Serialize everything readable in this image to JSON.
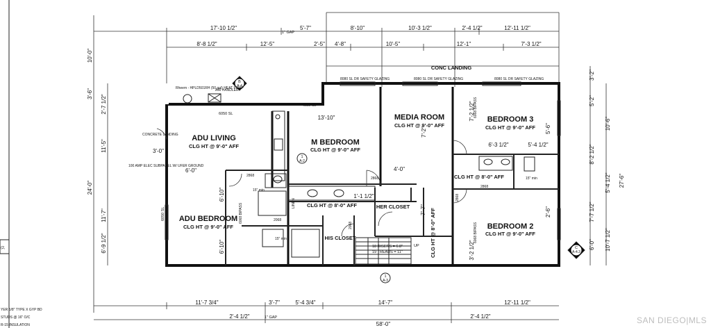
{
  "rooms": {
    "adu_living": "ADU LIVING",
    "adu_living_clg": "CLG HT @ 9'-0\" AFF",
    "adu_bedroom": "ADU BEDROOM",
    "adu_bedroom_clg": "CLG HT @ 9'-0\" AFF",
    "m_bedroom": "M BEDROOM",
    "m_bedroom_clg": "CLG HT @ 9'-0\" AFF",
    "media_room": "MEDIA ROOM",
    "media_room_clg": "CLG HT @ 9'-0\" AFF",
    "bedroom3": "BEDROOM 3",
    "bedroom3_clg": "CLG HT @ 9'-0\" AFF",
    "bedroom2": "BEDROOM 2",
    "bedroom2_clg": "CLG HT @ 9'-0\" AFF",
    "her_closet": "HER\nCLOSET",
    "his_closet": "HIS\nCLOSET",
    "bath_clg": "CLG HT @ 8'-0\" AFF",
    "bath3_clg": "CLG HT @ 8'-0\" AFF",
    "hall_clg": "CLG HT @ 8'-0\" AFF"
  },
  "labels": {
    "conc_landing": "CONC LANDING",
    "gap_top": "1\" GAP",
    "gap_bottom": "1\" GAP",
    "risers": "18 RISERS = 6.8\"",
    "treads": "19 TREADS = 11\"",
    "up": "UP",
    "heat_pump": "Rheem - HPLD501RH (50 gal) HEAT PUMP",
    "air_handler": "AIR HANDLER",
    "subpanel": "100 AMP ELEC SUBPANEL W/ UFER GROUND",
    "linen": "LINEN",
    "bypass1": "6068 BIPASS",
    "bypass2": "6068 BIPASS",
    "bypass3": "6068 BIPASS",
    "slider_top1": "8080 SL DR SAFETY GLAZING",
    "slider_top2": "8080 SL DR SAFETY GLAZING",
    "slider_top3": "8080 SL DR SAFETY GLAZING",
    "win_6050_a": "6050 SL",
    "win_4050": "4050 SL",
    "win_6050_b": "6050 SL",
    "concrete_landing": "CONCRETE LANDING",
    "min15_a": "15\" min",
    "min15_b": "15\" min",
    "min15_c": "15\" min",
    "d2868_a": "2868",
    "d2868_b": "2868",
    "d2868_c": "2868",
    "d2868_d": "2868",
    "d2068_a": "2068",
    "d2068_b": "2068",
    "marker_b": "B",
    "marker_b_sub": "A-4",
    "marker_c": "C",
    "marker_c_sub": "A-4.3",
    "marker_1": "1",
    "marker_1_sub": "A-2",
    "marker_2": "1",
    "marker_2_sub": "A-3",
    "left_note1": "YER 5/8\" TYPE X GYP BD",
    "left_note2": "STUDS @ 16\" O/C",
    "left_note3": "R-15 INSULATION",
    "left_mark": "(2,"
  },
  "dims_top": {
    "d1": "17'-10 1/2\"",
    "d2": "5'-7\"",
    "d3": "8'-10\"",
    "d4": "10'-3 1/2\"",
    "d5": "2'-4 1/2\"",
    "d6": "12'-11 1/2\"",
    "e1": "8'-8 1/2\"",
    "e2": "12'-5\"",
    "e3": "2'-5\"",
    "e4": "4'-8\"",
    "e5": "10'-5\"",
    "e6": "12'-1\"",
    "e7": "7'-3 1/2\""
  },
  "dims_bottom": {
    "b1": "11'-7 3/4\"",
    "b2": "3'-7\"",
    "b3": "5'-4 3/4\"",
    "b4": "14'-7\"",
    "b5": "12'-11 1/2\"",
    "b6": "2'-4 1/2\"",
    "b7": "2'-4 1/2\"",
    "total": "58'-0\""
  },
  "dims_left": {
    "l1": "10'-0\"",
    "l2": "3'-6\"",
    "l3": "2'-7 1/2\"",
    "l4": "11'-5\"",
    "l5": "24'-0\"",
    "l6": "11'-7\"",
    "l7": "6'-9 1/2\"",
    "l8": "6050 SL"
  },
  "dims_right": {
    "r1": "3'-2\"",
    "r2": "5'-2\"",
    "r3": "10'-6\"",
    "r4": "8'-2 1/2\"",
    "r5": "5'-4 1/2\"",
    "r6": "27'-6\"",
    "r7": "7'-7 1/2\"",
    "r8": "6'-0\"",
    "r9": "10'-7 1/2\""
  },
  "dims_inner": {
    "i1": "13'-10\"",
    "i2": "6'-0\"",
    "i3": "3'-0\"",
    "i4": "6'-10\"",
    "i5": "4'-0\"",
    "i6": "1'-1 1/2\"",
    "i7": "7'-7\"",
    "i8": "6'-3 1/2\"",
    "i9": "5'-4 1/2\"",
    "i10": "7'-2 1/2\"",
    "i11": "3'-2 1/2\"",
    "i12": "5'-6\"",
    "i13": "2'-6\"",
    "i14": "6'-10\"",
    "i15": "7'-2\""
  },
  "clg_media_vertical": "CLG HT @ 8'-0\" AFF",
  "watermark": "SAN DIEGO|MLS"
}
